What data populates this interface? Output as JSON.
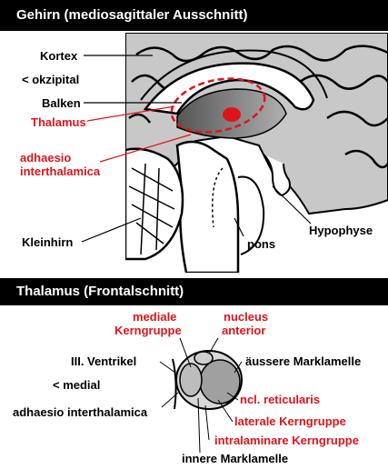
{
  "section1": {
    "title": "Gehirn (mediosagittaler Ausschnitt)",
    "labels": {
      "kortex": "Kortex",
      "okzipital": "< okzipital",
      "balken": "Balken",
      "thalamus": "Thalamus",
      "adhaesio_1": "adhaesio",
      "adhaesio_2": "interthalamica",
      "kleinhirn": "Kleinhirn",
      "pons": "pons",
      "hypophyse": "Hypophyse"
    }
  },
  "section2": {
    "title": "Thalamus (Frontalschnitt)",
    "labels": {
      "mediale_1": "mediale",
      "mediale_2": "Kerngruppe",
      "nucleus_1": "nucleus",
      "nucleus_2": "anterior",
      "ventrikel": "III. Ventrikel",
      "medial": "< medial",
      "adhaesio": "adhaesio interthalamica",
      "aeussere": "äussere Marklamelle",
      "reticularis": "ncl. reticularis",
      "laterale": "laterale Kerngruppe",
      "intralaminare": "intralaminare Kerngruppe",
      "innere": "innere Marklamelle"
    }
  },
  "colors": {
    "accent_red": "#e0131a",
    "title_bar": "#000000"
  }
}
